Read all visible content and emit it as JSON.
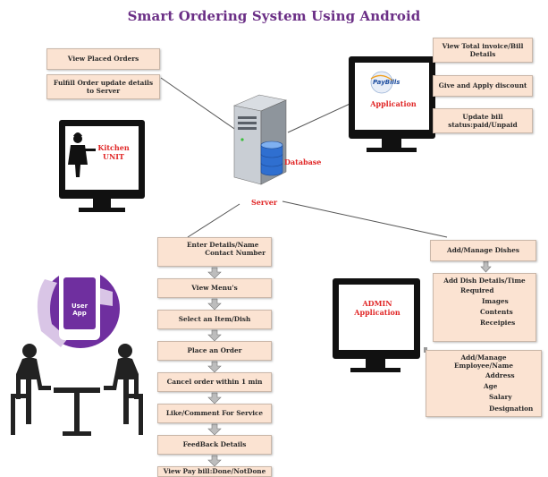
{
  "title": "Smart Ordering System Using Android",
  "kitchen": {
    "boxes": [
      "View Placed Orders",
      "Fulfill Order update details to Server"
    ],
    "label_line1": "Kitchen",
    "label_line2": "UNIT"
  },
  "server": {
    "database_label": "Database",
    "server_label": "Server"
  },
  "billing": {
    "brand": "PayBills",
    "label": "Application",
    "boxes": [
      "View Total invoice/Bill Details",
      "Give and Apply discount",
      "Update bill status:paid/Unpaid"
    ]
  },
  "user": {
    "app_line1": "User",
    "app_line2": "App",
    "boxes": [
      [
        "Enter Details/Name",
        "Contact Number"
      ],
      "View Menu's",
      "Select an Item/Dish",
      "Place an Order",
      "Cancel order within 1 min",
      "Like/Comment For Service",
      "FeedBack Details",
      "View Pay bill:Done/NotDone"
    ]
  },
  "admin": {
    "label_line1": "ADMIN",
    "label_line2": "Application",
    "manage_dishes": "Add/Manage Dishes",
    "dish_details": [
      "Add Dish Details/Time",
      "Required",
      "Images",
      "Contents",
      "Receipies"
    ],
    "employee_details": [
      "Add/Manage Employee/Name",
      "Address",
      "Age",
      "Salary",
      "Designation"
    ]
  },
  "colors": {
    "title": "#6b2f86",
    "box_fill": "#fbe3d2",
    "label_red": "#e02525",
    "phone_purple": "#6f2f9f"
  }
}
